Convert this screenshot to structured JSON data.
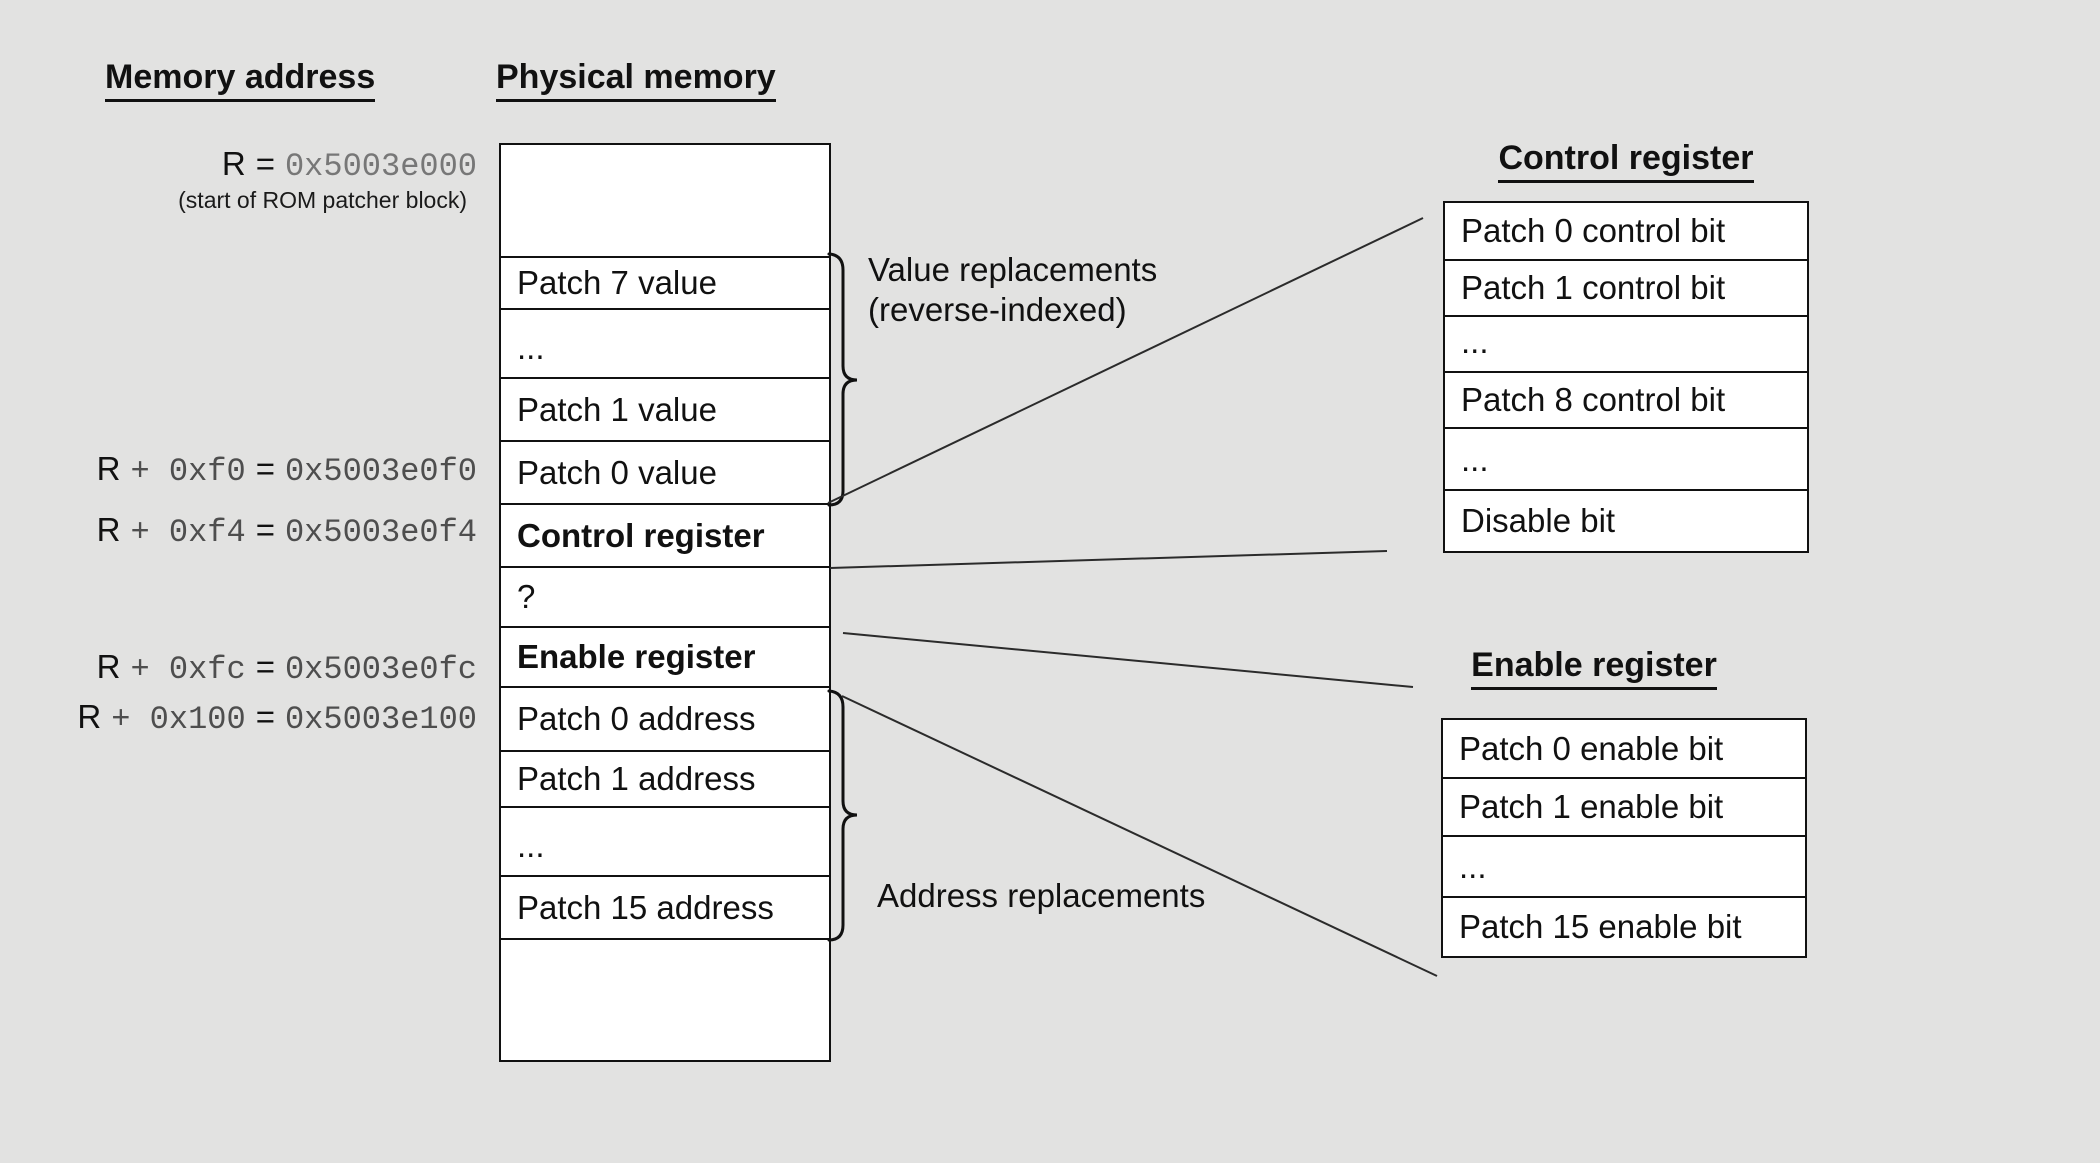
{
  "headers": {
    "memory_address": "Memory address",
    "physical_memory": "Physical memory"
  },
  "addresses": [
    {
      "prefix": "R",
      "eq": "=",
      "value": "0x5003e000",
      "note": "(start of ROM patcher block)"
    },
    {
      "prefix": "R",
      "offset": "+ 0xf0",
      "eq": "=",
      "value": "0x5003e0f0"
    },
    {
      "prefix": "R",
      "offset": "+ 0xf4",
      "eq": "=",
      "value": "0x5003e0f4"
    },
    {
      "prefix": "R",
      "offset": "+ 0xfc",
      "eq": "=",
      "value": "0x5003e0fc"
    },
    {
      "prefix": "R",
      "offset": "+ 0x100",
      "eq": "=",
      "value": "0x5003e100"
    }
  ],
  "memory_rows": [
    "",
    "Patch 7 value",
    "...",
    "Patch 1 value",
    "Patch 0 value",
    "Control register",
    "?",
    "Enable register",
    "Patch 0 address",
    "Patch 1 address",
    "...",
    "Patch 15 address",
    ""
  ],
  "annotations": {
    "value_replacements_line1": "Value replacements",
    "value_replacements_line2": "(reverse-indexed)",
    "address_replacements": "Address replacements"
  },
  "control_register": {
    "title": "Control register",
    "rows": [
      "Patch 0 control bit",
      "Patch 1 control bit",
      "...",
      "Patch 8 control bit",
      "...",
      "Disable bit"
    ]
  },
  "enable_register": {
    "title": "Enable register",
    "rows": [
      "Patch 0 enable bit",
      "Patch 1 enable bit",
      "...",
      "Patch 15 enable bit"
    ]
  },
  "colors": {
    "background": "#e2e2e1",
    "cell_fill": "#ffffff",
    "border": "#111111",
    "mono_text": "#4e4e4e",
    "mono_text_light": "#777777",
    "connector_line": "#2b2b2b"
  }
}
